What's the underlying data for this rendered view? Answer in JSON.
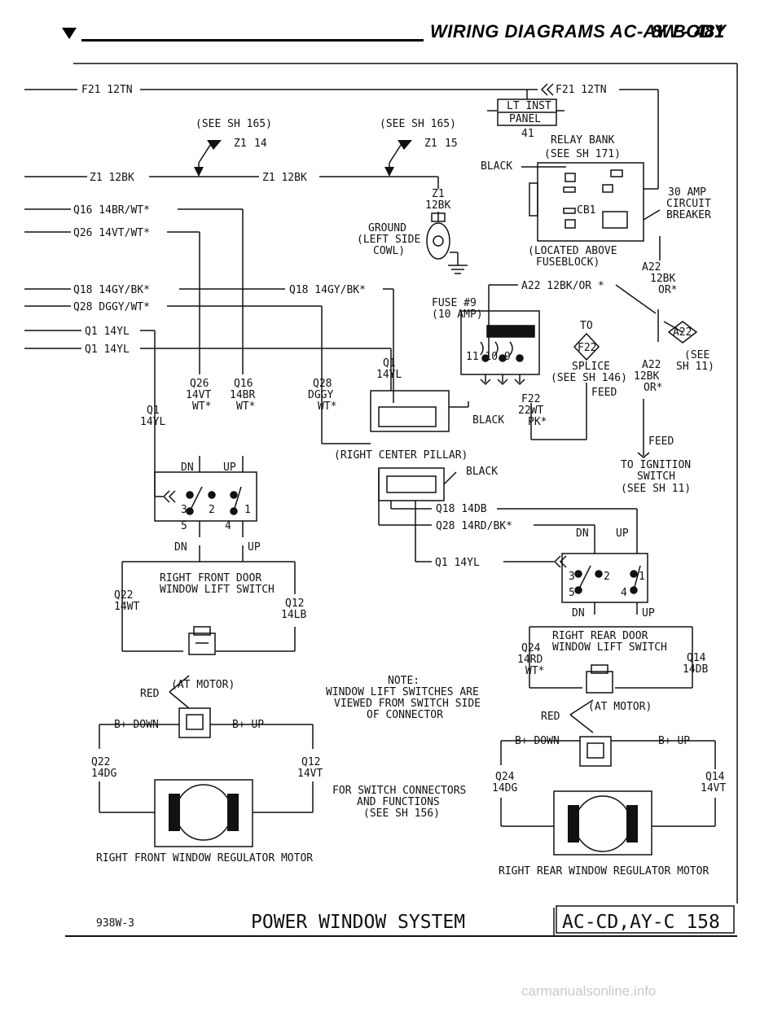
{
  "header": {
    "title": "WIRING DIAGRAMS AC-AY BODY",
    "page": "8W - 481"
  },
  "footer": {
    "code": "938W-3",
    "title": "POWER WINDOW SYSTEM",
    "sheet": "AC-CD,AY-C 158"
  },
  "watermark": "carmanualsonline.info",
  "labels": {
    "f21_left": "F21 12TN",
    "f21_right": "F21 12TN",
    "lt_inst": "LT INST",
    "panel": "PANEL",
    "n41": "41",
    "see165_a": "(SEE SH 165)",
    "see165_b": "(SEE SH 165)",
    "z1_14": "Z1",
    "z1_14n": "14",
    "z1_15": "Z1",
    "z1_15n": "15",
    "relay_bank": "RELAY BANK",
    "see171": "(SEE SH 171)",
    "black1": "BLACK",
    "cb1": "CB1",
    "amp30": "30 AMP",
    "circuit": "CIRCUIT",
    "breaker": "BREAKER",
    "z1_12bk_a": "Z1 12BK",
    "z1_12bk_b": "Z1 12BK",
    "z1_v": "Z1",
    "bk12_v": "12BK",
    "q16": "Q16 14BR/WT*",
    "q26": "Q26 14VT/WT*",
    "ground": "GROUND",
    "leftside": "(LEFT SIDE",
    "cowl": "COWL)",
    "located": "(LOCATED ABOVE",
    "fuseblock": "FUSEBLOCK)",
    "a22_1": "A22",
    "a22_2": "12BK",
    "a22_3": "OR*",
    "q18_l": "Q18 14GY/BK*",
    "q18_r": "Q18 14GY/BK*",
    "q28": "Q28 DGGY/WT*",
    "a22_wire": "A22 12BK/OR *",
    "fuse9": "FUSE #9",
    "amp10": "(10 AMP)",
    "q1_a": "Q1 14YL",
    "q1_b": "Q1 14YL",
    "to": "TO",
    "f22_d": "F22",
    "splice": "SPLICE",
    "see146": "(SEE SH 146)",
    "a22d": "A22",
    "see_sh": "(SEE",
    "sh11": "SH 11)",
    "a22b_1": "A22",
    "a22b_2": "12BK",
    "a22b_3": "OR*",
    "fuse_pins": "11 10 9",
    "q1_v": "Q1",
    "yl14_v": "14YL",
    "q26_v1": "Q26",
    "q26_v2": "14VT",
    "q26_v3": "WT*",
    "q16_v1": "Q16",
    "q16_v2": "14BR",
    "q16_v3": "WT*",
    "q28_v1": "Q28",
    "q28_v2": "DGGY",
    "q28_v3": "WT*",
    "q1l_1": "Q1",
    "q1l_2": "14YL",
    "f22_1": "F22",
    "f22_2": "22WT",
    "f22_3": "PK*",
    "feed1": "FEED",
    "black2": "BLACK",
    "feed2": "FEED",
    "right_pillar": "(RIGHT CENTER PILLAR)",
    "black3": "BLACK",
    "to_ign": "TO IGNITION",
    "switch": "SWITCH",
    "see11": "(SEE SH 11)",
    "dn": "DN",
    "up": "UP",
    "dn2": "DN",
    "up2": "UP",
    "q18_14db": "Q18 14DB",
    "q28_rd": "Q28 14RD/BK*",
    "dn3": "DN",
    "up3": "UP",
    "q1_r": "Q1 14YL",
    "dn4": "DN",
    "up4": "UP",
    "p3": "3",
    "p2": "2",
    "p1": "1",
    "p5": "5",
    "p4": "4",
    "r3": "3",
    "r2": "2",
    "r1": "1",
    "r5": "5",
    "r4": "4",
    "rfd1": "RIGHT FRONT DOOR",
    "rfd2": "WINDOW LIFT SWITCH",
    "q22_1": "Q22",
    "q22_2": "14WT",
    "q12_1": "Q12",
    "q12_2": "14LB",
    "rrd1": "RIGHT REAR DOOR",
    "rrd2": "WINDOW LIFT SWITCH",
    "q24a_1": "Q24",
    "q24a_2": "14RD",
    "q24a_3": "WT*",
    "q14a_1": "Q14",
    "q14a_2": "14DB",
    "red1": "RED",
    "atmotor1": "(AT MOTOR)",
    "red2": "RED",
    "atmotor2": "(AT MOTOR)",
    "note1": "NOTE:",
    "note2": "WINDOW LIFT SWITCHES ARE",
    "note3": "VIEWED FROM SWITCH SIDE",
    "note4": "OF CONNECTOR",
    "bdown1": "B+ DOWN",
    "bup1": "B+ UP",
    "bdown2": "B+ DOWN",
    "bup2": "B+ UP",
    "q22b_1": "Q22",
    "q22b_2": "14DG",
    "q12b_1": "Q12",
    "q12b_2": "14VT",
    "q24b_1": "Q24",
    "q24b_2": "14DG",
    "q14b_1": "Q14",
    "q14b_2": "14VT",
    "forsw1": "FOR SWITCH CONNECTORS",
    "forsw2": "AND FUNCTIONS",
    "forsw3": "(SEE SH 156)",
    "rfm": "RIGHT FRONT WINDOW REGULATOR MOTOR",
    "rrm": "RIGHT REAR WINDOW REGULATOR MOTOR"
  }
}
